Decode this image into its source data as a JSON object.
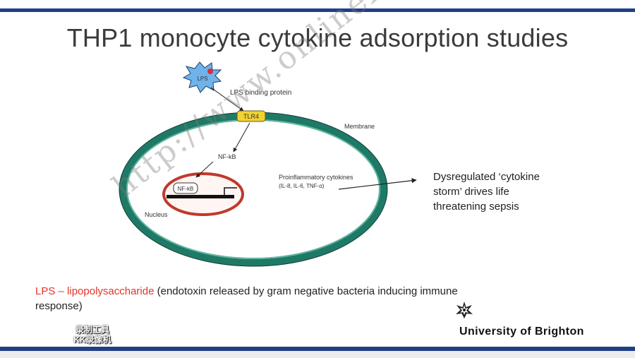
{
  "slide": {
    "title": "THP1 monocyte cytokine adsorption studies",
    "colors": {
      "rule": "#1f3f88",
      "accent_red": "#e2352a",
      "cell_border": "#1e7a66",
      "nucleus_border": "#c0392b",
      "tlr4_fill": "#f0d233",
      "lps_fill": "#6fb3ea"
    }
  },
  "diagram": {
    "lps_label": "LPS",
    "lps_binding_label": "LPS binding protein",
    "tlr4_label": "TLR4",
    "membrane_label": "Membrane",
    "nfkb_label": "NF-kB",
    "nfkb_box_label": "NF-kB",
    "nucleus_label": "Nucleus",
    "cytokines_label": "Proinflammatory cytokines",
    "cytokines_sub": "(IL-8, IL-6, TNF-α)"
  },
  "outcome": {
    "line1": "Dysregulated ‘cytokine",
    "line2": "storm’ drives life",
    "line3": "threatening sepsis"
  },
  "footnote": {
    "acronym": "LPS – lipopolysaccharide",
    "rest": " (endotoxin released by gram negative bacteria inducing immune response)"
  },
  "branding": {
    "university": "University of Brighton",
    "logo_icon": "star-logo-icon"
  },
  "overlays": {
    "watermark": "http://www.onlinexenes.com",
    "recorder_line1": "录制工具",
    "recorder_line2": "KK录像机"
  }
}
